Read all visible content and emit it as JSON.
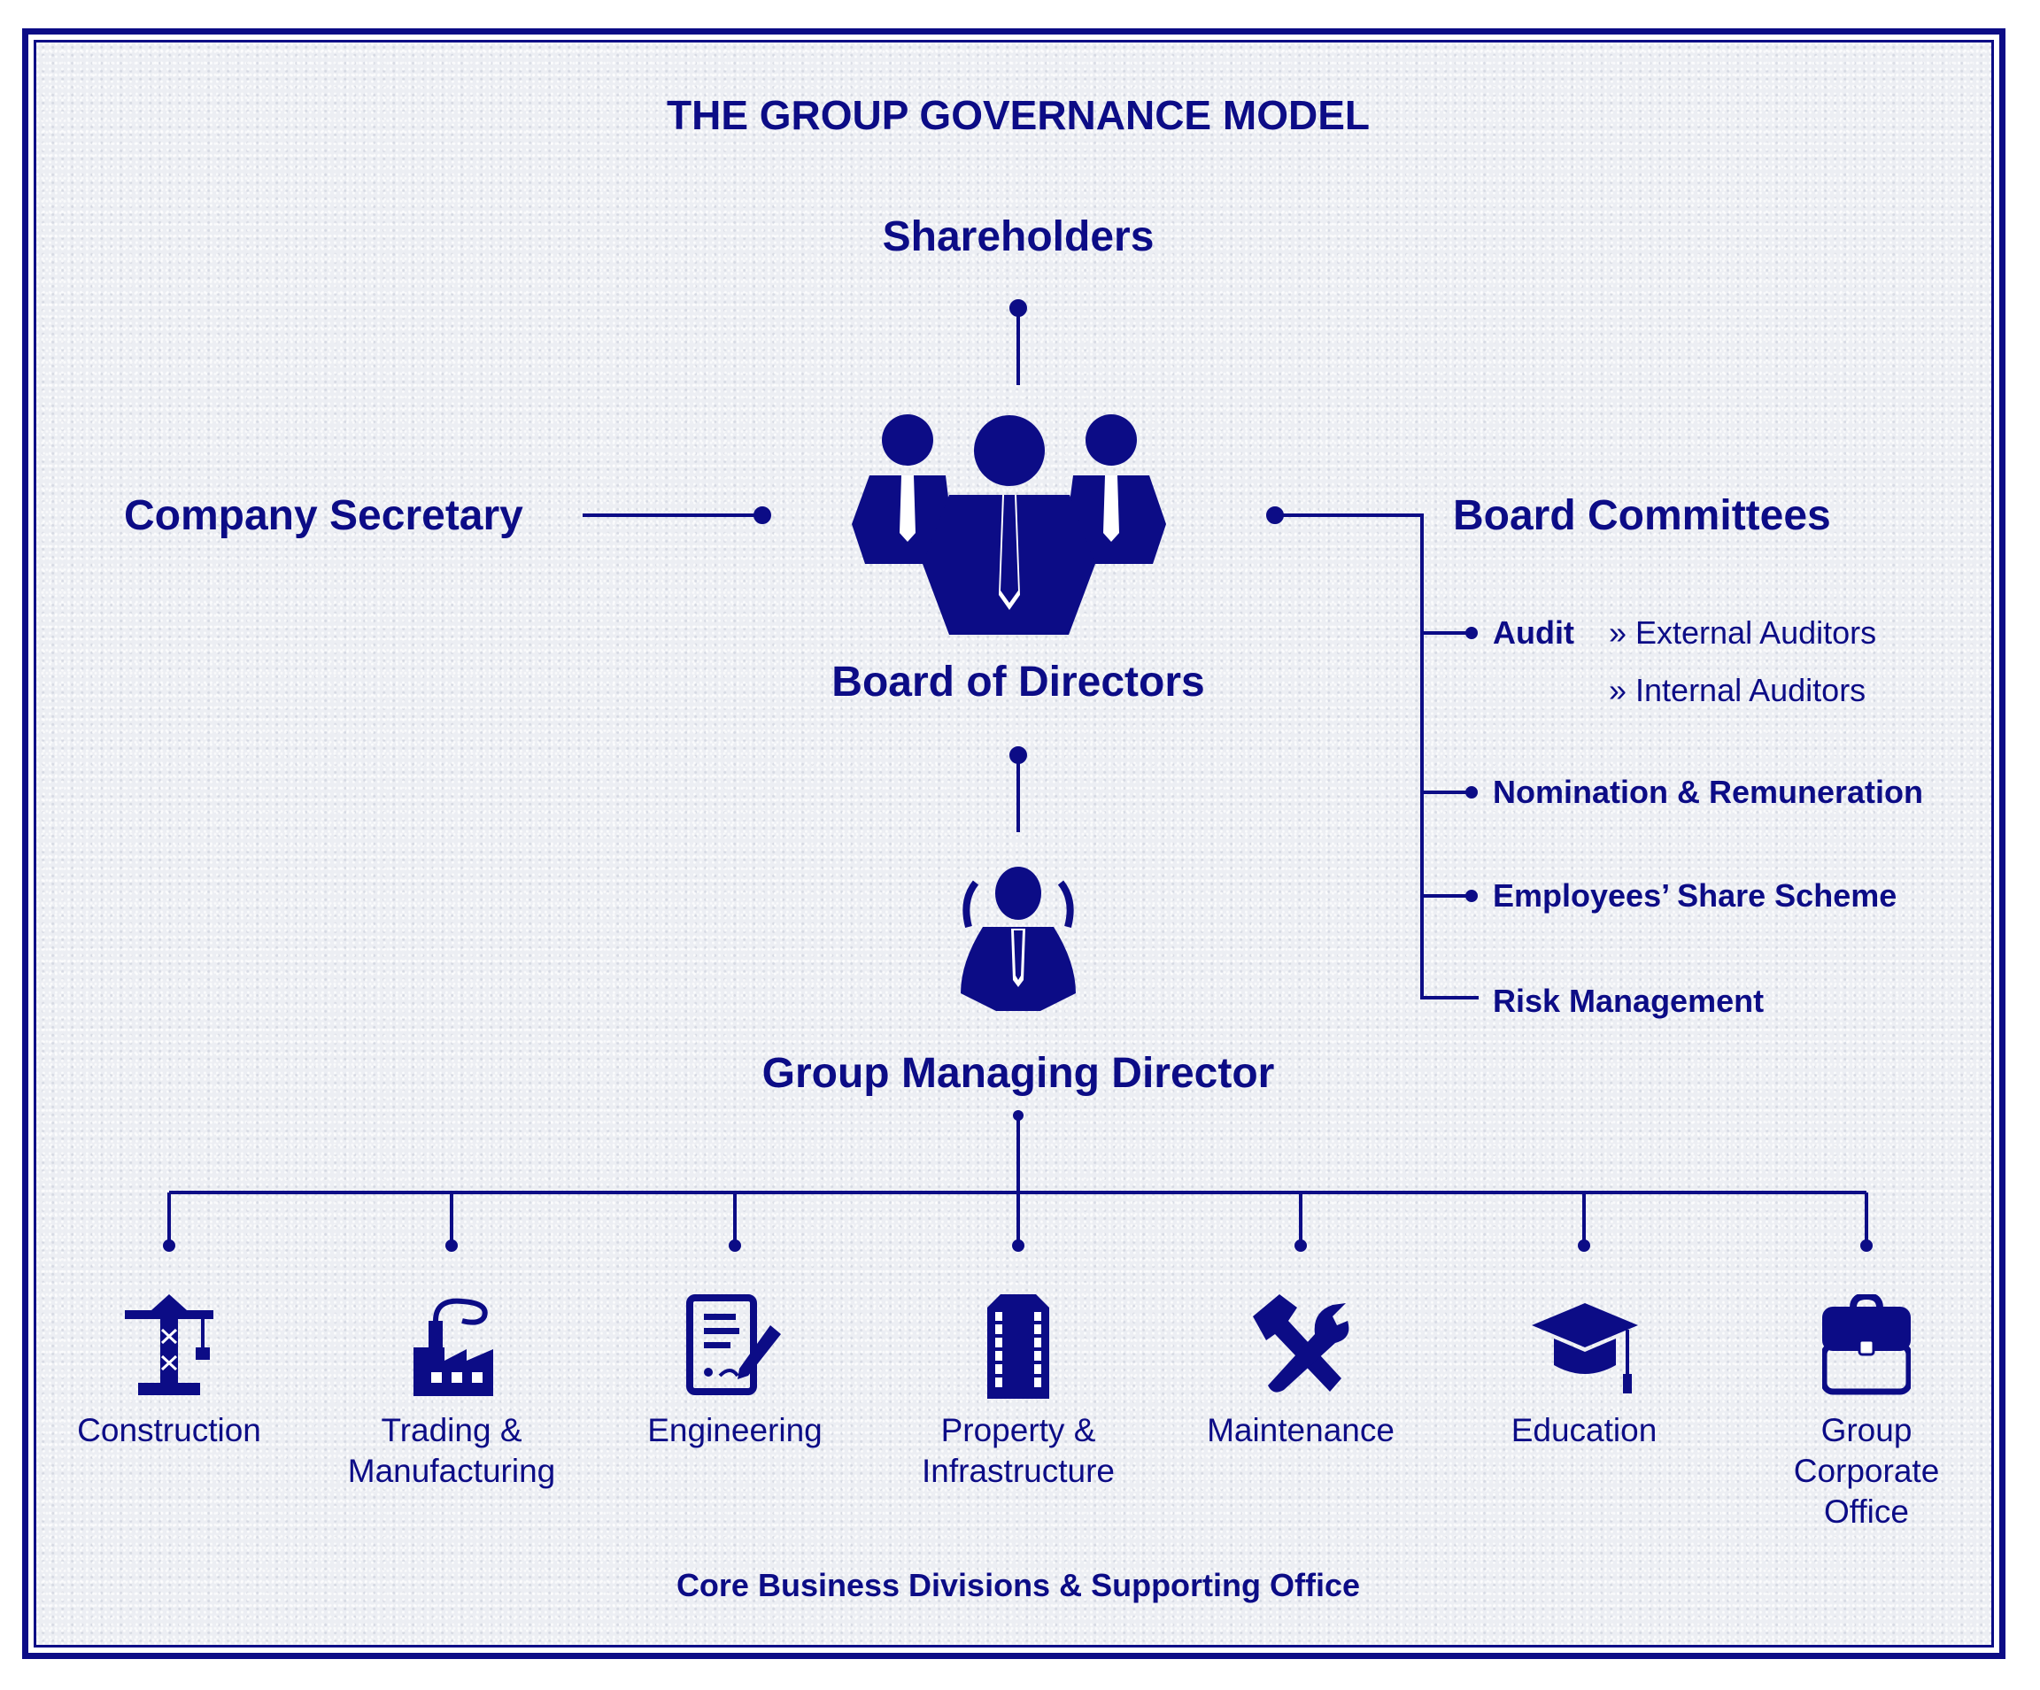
{
  "title": "THE GROUP GOVERNANCE MODEL",
  "shareholders": "Shareholders",
  "company_secretary": "Company Secretary",
  "board_of_directors": "Board of Directors",
  "board_committees": {
    "heading": "Board Committees",
    "audit": "Audit",
    "audit_sub": [
      "» External Auditors",
      "» Internal Auditors"
    ],
    "nomination": "Nomination & Remuneration",
    "share_scheme": "Employees’ Share Scheme",
    "risk": "Risk Management"
  },
  "group_managing_director": "Group Managing Director",
  "divisions": [
    {
      "line1": "Construction",
      "line2": "",
      "line3": "",
      "icon": "crane-icon"
    },
    {
      "line1": "Trading &",
      "line2": "Manufacturing",
      "line3": "",
      "icon": "factory-icon"
    },
    {
      "line1": "Engineering",
      "line2": "",
      "line3": "",
      "icon": "document-pen-icon"
    },
    {
      "line1": "Property &",
      "line2": "Infrastructure",
      "line3": "",
      "icon": "building-icon"
    },
    {
      "line1": "Maintenance",
      "line2": "",
      "line3": "",
      "icon": "hammer-wrench-icon"
    },
    {
      "line1": "Education",
      "line2": "",
      "line3": "",
      "icon": "graduation-cap-icon"
    },
    {
      "line1": "Group",
      "line2": "Corporate",
      "line3": "Office",
      "icon": "briefcase-icon"
    }
  ],
  "footer": "Core Business Divisions & Supporting Office",
  "colors": {
    "primary": "#0c0c86",
    "background": "#eceef3"
  }
}
